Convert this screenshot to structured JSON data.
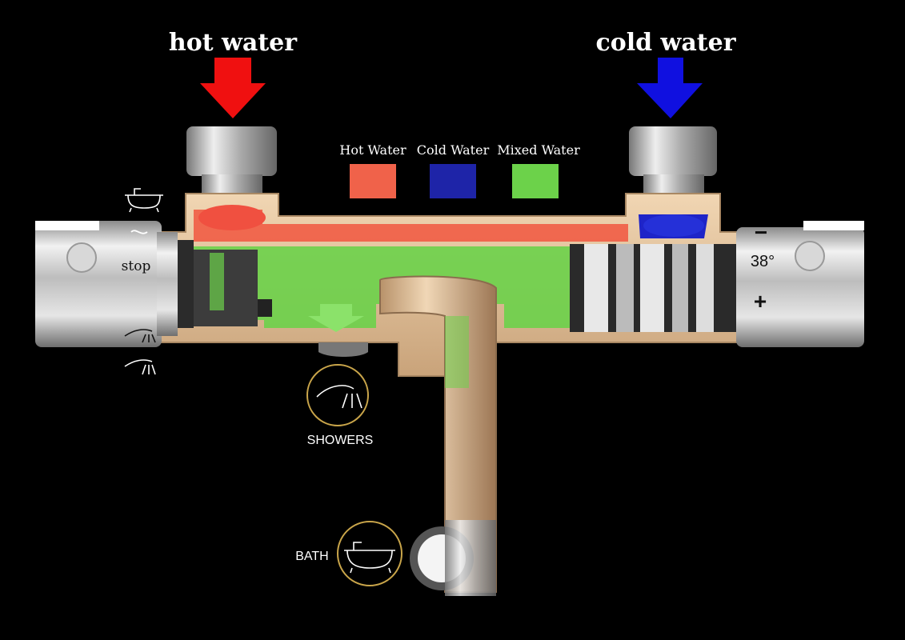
{
  "labels": {
    "hot_water": "hot water",
    "cold_water": "cold water",
    "stop": "stop",
    "temperature": "38°",
    "minus": "−",
    "plus": "+",
    "showers": "SHOWERS",
    "bath": "BATH"
  },
  "legend": [
    {
      "label": "Hot Water",
      "color": "#f0624a"
    },
    {
      "label": "Cold Water",
      "color": "#1e24a8"
    },
    {
      "label": "Mixed Water",
      "color": "#6cd24a"
    }
  ],
  "colors": {
    "hot_arrow": "#f01010",
    "cold_arrow": "#1010e0",
    "body": "#e9c9a2",
    "ring": "#c9a54a"
  }
}
